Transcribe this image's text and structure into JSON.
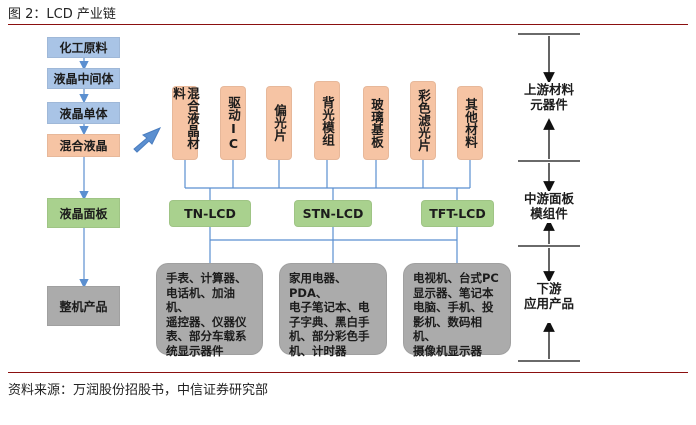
{
  "figure": {
    "title": "图 2：LCD 产业链",
    "source": "资料来源：万润股份招股书，中信证券研究部"
  },
  "chain": {
    "steps": [
      "化工原料",
      "液晶中间体",
      "液晶单体",
      "混合液晶",
      "液晶面板",
      "整机产品"
    ]
  },
  "upstream": {
    "materials": [
      "混合液晶材料",
      "驱动IC",
      "偏光片",
      "背光模组",
      "玻璃基板",
      "彩色滤光片",
      "其他材料"
    ]
  },
  "midstream": {
    "panels": [
      "TN-LCD",
      "STN-LCD",
      "TFT-LCD"
    ]
  },
  "downstream": {
    "applications": [
      "手表、计算器、\n电话机、加油机、\n遥控器、仪器仪\n表、部分车载系\n统显示器件",
      "家用电器、PDA、\n电子笔记本、电\n子字典、黑白手\n机、部分彩色手\n机、计时器",
      "电视机、台式PC\n显示器、笔记本\n电脑、手机、投\n影机、数码相机、\n摄像机显示器"
    ]
  },
  "stages": {
    "upstream_label": "上游材料\n元器件",
    "midstream_label": "中游面板\n模组件",
    "downstream_label": "下游\n应用产品"
  },
  "colors": {
    "chain_blue": "#a9c4e6",
    "material_peach": "#f6c4a4",
    "panel_green": "#a9d18e",
    "application_grey": "#ababab",
    "connector_blue": "#5b8fd0",
    "rule_red": "#8b0f0f"
  }
}
